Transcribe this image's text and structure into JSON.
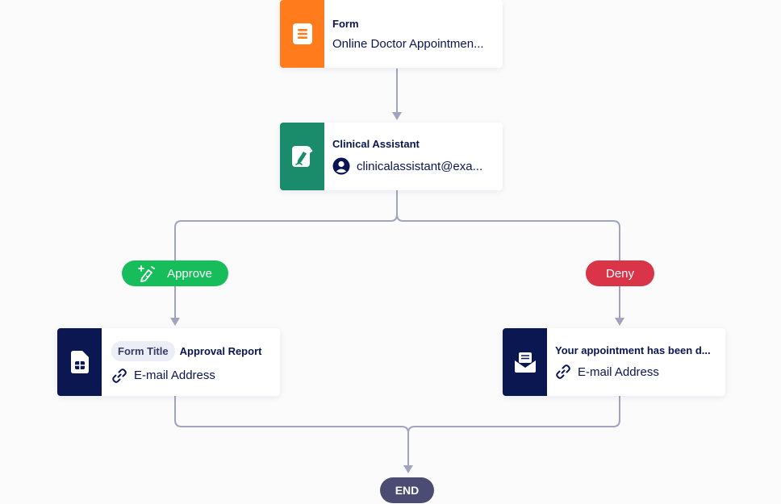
{
  "nodes": {
    "form": {
      "title": "Form",
      "subtitle": "Online Doctor Appointmen...",
      "icon": "form-document-icon",
      "color": "#ff7b1c"
    },
    "assistant": {
      "title": "Clinical Assistant",
      "subtitle": "clinicalassistant@exa...",
      "icon": "signature-document-icon",
      "sub_icon": "user-icon",
      "color": "#1a8b6b"
    },
    "approval": {
      "tag": "Form Title",
      "title": "Approval Report",
      "subtitle": "E-mail Address",
      "icon": "report-document-icon",
      "sub_icon": "link-icon",
      "color": "#0b1751"
    },
    "deny_email": {
      "title": "Your appointment has been d...",
      "subtitle": "E-mail Address",
      "icon": "email-envelope-icon",
      "sub_icon": "link-icon",
      "color": "#0b1751"
    }
  },
  "branches": {
    "approve": {
      "label": "Approve",
      "icon": "approve-pen-icon",
      "color": "#18bd5b"
    },
    "deny": {
      "label": "Deny",
      "color": "#da3449"
    }
  },
  "end": {
    "label": "END",
    "color": "#4b4c71"
  },
  "connector_color": "#a0a4be"
}
